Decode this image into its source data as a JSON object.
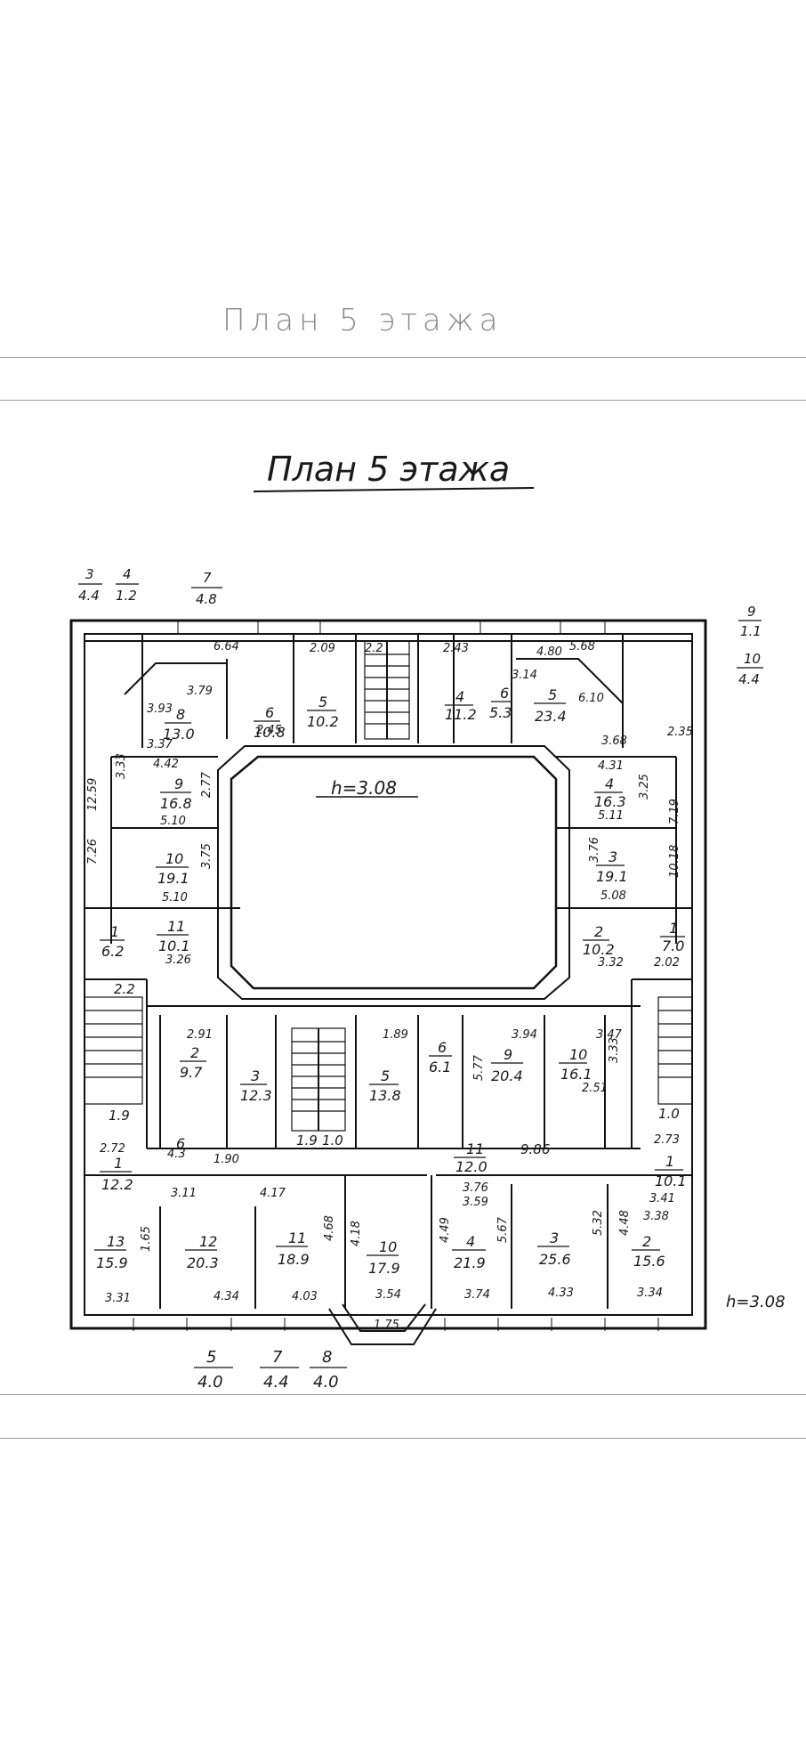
{
  "page": {
    "heading": "План 5 этажа",
    "plan_title": "План 5 этажа",
    "courtyard_height": "h=3.08",
    "outer_height": "h=3.08"
  },
  "fractions": [
    {
      "num": "3",
      "den": "4.4"
    },
    {
      "num": "4",
      "den": "1.2"
    },
    {
      "num": "7",
      "den": "4.8"
    },
    {
      "num": "9",
      "den": "1.1"
    },
    {
      "num": "10",
      "den": "4.4"
    },
    {
      "num": "5",
      "den": "4.0"
    },
    {
      "num": "7",
      "den": "4.4"
    },
    {
      "num": "8",
      "den": "4.0"
    }
  ],
  "rooms": [
    {
      "num": "8",
      "area": "13.0"
    },
    {
      "num": "6",
      "area": "10.8"
    },
    {
      "num": "5",
      "area": "10.2"
    },
    {
      "num": "9",
      "area": "16.8"
    },
    {
      "num": "10",
      "area": "19.1"
    },
    {
      "num": "11",
      "area": "10.1"
    },
    {
      "num": "1",
      "area": "6.2"
    },
    {
      "num": "4",
      "area": "11.2"
    },
    {
      "num": "6",
      "area": "5.3"
    },
    {
      "num": "5",
      "area": "23.4"
    },
    {
      "num": "4",
      "area": "16.3"
    },
    {
      "num": "3",
      "area": "19.1"
    },
    {
      "num": "2",
      "area": "10.2"
    },
    {
      "num": "1",
      "area": "7.0"
    },
    {
      "num": "2",
      "area": "9.7"
    },
    {
      "num": "3",
      "area": "12.3"
    },
    {
      "num": "5",
      "area": "13.8"
    },
    {
      "num": "6",
      "area": "6.1"
    },
    {
      "num": "9",
      "area": "20.4"
    },
    {
      "num": "10",
      "area": "16.1"
    },
    {
      "num": "11",
      "area": "12.0"
    },
    {
      "num": "1",
      "area": "12.2"
    },
    {
      "num": "13",
      "area": "15.9"
    },
    {
      "num": "12",
      "area": "20.3"
    },
    {
      "num": "11",
      "area": "18.9"
    },
    {
      "num": "10",
      "area": "17.9"
    },
    {
      "num": "4",
      "area": "21.9"
    },
    {
      "num": "3",
      "area": "25.6"
    },
    {
      "num": "2",
      "area": "15.6"
    },
    {
      "num": "1",
      "area": "10.1"
    },
    {
      "num": "6",
      "area": "4.3"
    }
  ],
  "dimensions": [
    "6.64",
    "2.09",
    "2.2",
    "2.43",
    "4.80",
    "5.68",
    "3.14",
    "6.10",
    "3.93",
    "3.79",
    "3.37",
    "4.42",
    "5.10",
    "5.10",
    "3.26",
    "12.59",
    "7.26",
    "3.33",
    "2.77",
    "3.75",
    "2.45",
    "4.31",
    "5.11",
    "3.25",
    "7.19",
    "10.18",
    "5.08",
    "3.32",
    "2.02",
    "3.76",
    "3.68",
    "2.35",
    "2.2",
    "1.9",
    "2.91",
    "1.89",
    "3.94",
    "3.47",
    "3.33",
    "5.77",
    "2.51",
    "9.86",
    "1.9",
    "1.0",
    "1.90",
    "2.72",
    "3.11",
    "4.17",
    "3.76",
    "3.59",
    "4.49",
    "5.67",
    "5.32",
    "4.48",
    "3.38",
    "3.41",
    "1.65",
    "4.68",
    "4.18",
    "3.31",
    "4.34",
    "4.03",
    "3.54",
    "1.75",
    "3.74",
    "4.33",
    "3.34",
    "2.73",
    "1.0"
  ]
}
